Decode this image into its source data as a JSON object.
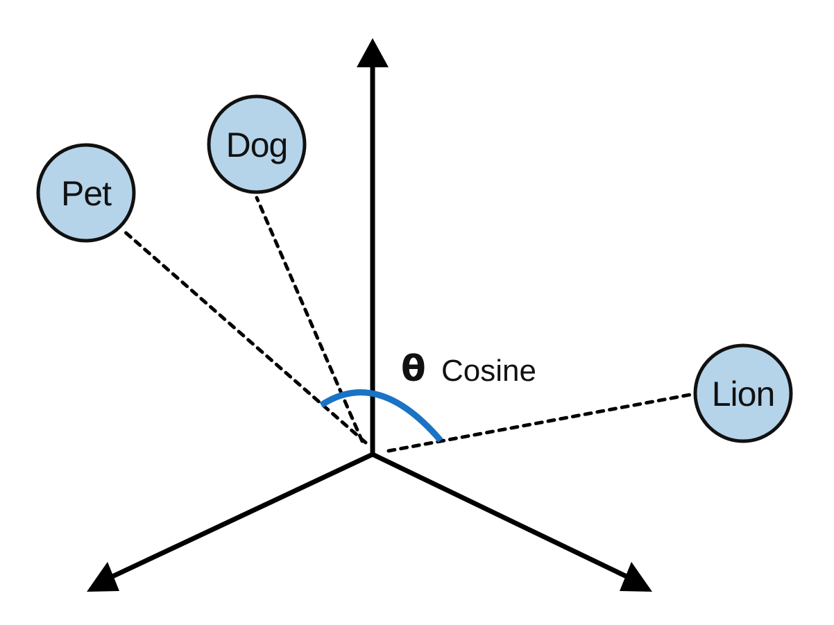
{
  "diagram": {
    "title": "Cosine similarity between word vectors",
    "colors": {
      "node_fill": "#b5d4ea",
      "node_stroke": "#111111",
      "axis": "#000000",
      "angle_arc": "#1a73c4"
    },
    "axes": [
      {
        "name": "axis-up",
        "direction": "up"
      },
      {
        "name": "axis-down-left",
        "direction": "down-left"
      },
      {
        "name": "axis-down-right",
        "direction": "down-right"
      }
    ],
    "nodes": [
      {
        "id": "pet",
        "label": "Pet"
      },
      {
        "id": "dog",
        "label": "Dog"
      },
      {
        "id": "lion",
        "label": "Lion"
      }
    ],
    "angle": {
      "symbol": "θ",
      "label": "Cosine",
      "between": [
        "pet",
        "lion"
      ]
    }
  }
}
